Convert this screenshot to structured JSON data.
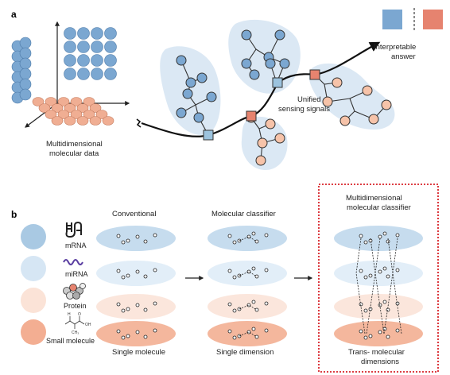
{
  "panel_a": {
    "letter": "a",
    "data_label_line1": "Multidimensional",
    "data_label_line2": "molecular data",
    "signals_label_line1": "Unified",
    "signals_label_line2": "sensing signals",
    "answer_label_line1": "Interpretable",
    "answer_label_line2": "answer",
    "colors": {
      "blue": "#7ba7d1",
      "orange": "#f0ae93",
      "marker_blue": "#9cc3de",
      "marker_red": "#e6836f",
      "bg_blob": "#dbe8f4"
    }
  },
  "panel_b": {
    "letter": "b",
    "legend": [
      {
        "label": "mRNA",
        "icon": "mrna-hairpin-icon",
        "color": "#a9c9e3"
      },
      {
        "label": "miRNA",
        "icon": "mirna-wave-icon",
        "color": "#d6e6f4"
      },
      {
        "label": "Protein",
        "icon": "protein-cluster-icon",
        "color": "#fbe3d7"
      },
      {
        "label": "Small molecule",
        "icon": "small-molecule-structure-icon",
        "color": "#f3ae92"
      }
    ],
    "columns": [
      {
        "header": "Conventional",
        "footer": "Single molecule"
      },
      {
        "header": "Molecular classifier",
        "footer": "Single dimension"
      },
      {
        "header_line1": "Multidimensional",
        "header_line2": "molecular classifier",
        "footer_line1": "Trans- molecular",
        "footer_line2": "dimensions"
      }
    ],
    "colors": {
      "frame": "#d8232a"
    }
  }
}
